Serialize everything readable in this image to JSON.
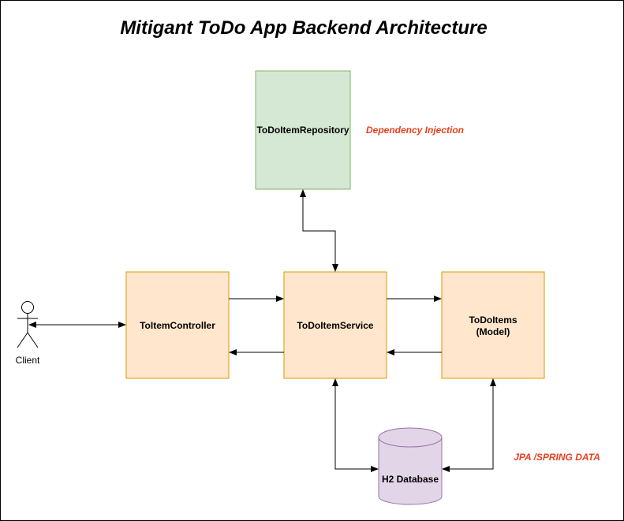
{
  "title": "Mitigant ToDo App Backend Architecture",
  "nodes": {
    "repository": "ToDoItemRepository",
    "controller": "ToItemController",
    "service": "ToDoItemService",
    "model_line1": "ToDoItems",
    "model_line2": "(Model)",
    "database": "H2 Database",
    "client": "Client"
  },
  "annotations": {
    "dependency_injection": "Dependency Injection",
    "jpa": "JPA /SPRING DATA"
  },
  "colors": {
    "repository_fill": "#d5e8d4",
    "repository_stroke": "#82b366",
    "component_fill": "#ffe6cc",
    "component_stroke": "#d79b00",
    "database_fill": "#e1d5e7",
    "database_stroke": "#9673a6",
    "annotation": "#e8401c"
  }
}
